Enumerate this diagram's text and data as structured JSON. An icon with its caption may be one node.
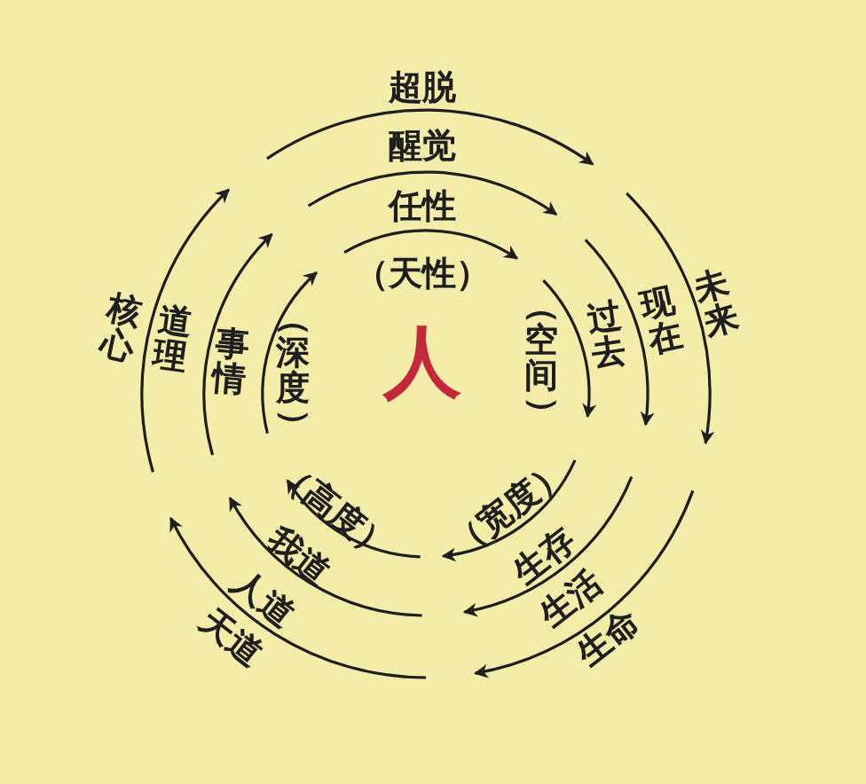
{
  "diagram": {
    "labels": [
      "超脱",
      "醒觉",
      "任性",
      "（天性）",
      "核心",
      "道理",
      "事情",
      "（深度）",
      "人",
      "（空间）",
      "过去",
      "现在",
      "未来",
      "（高度）",
      "（宽度）",
      "我道",
      "生存",
      "人道",
      "生活",
      "天道",
      "生命"
    ]
  }
}
